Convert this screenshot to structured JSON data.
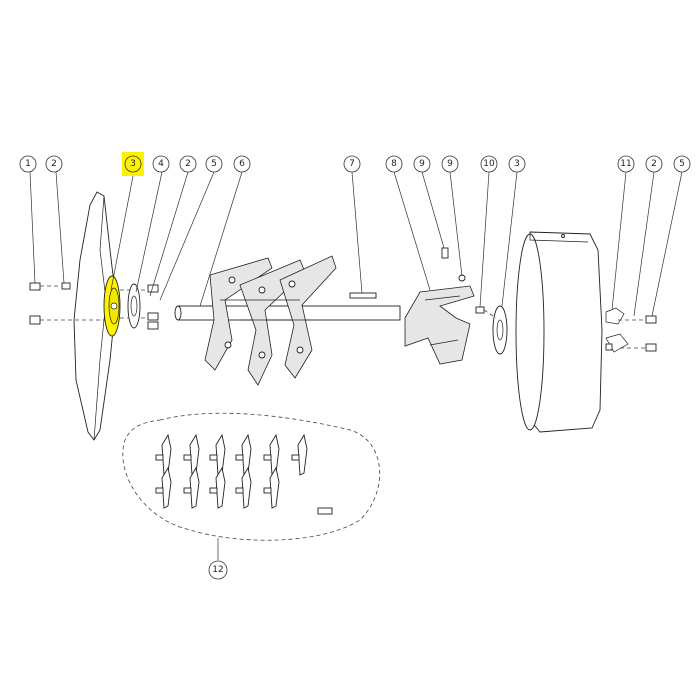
{
  "highlight_color": "#fff200",
  "labels": [
    {
      "id": "lbl-1a",
      "text": "1"
    },
    {
      "id": "lbl-2a",
      "text": "2"
    },
    {
      "id": "lbl-3a",
      "text": "3",
      "highlighted": true
    },
    {
      "id": "lbl-4a",
      "text": "4"
    },
    {
      "id": "lbl-2b",
      "text": "2"
    },
    {
      "id": "lbl-5a",
      "text": "5"
    },
    {
      "id": "lbl-6",
      "text": "6"
    },
    {
      "id": "lbl-7",
      "text": "7"
    },
    {
      "id": "lbl-8",
      "text": "8"
    },
    {
      "id": "lbl-9a",
      "text": "9"
    },
    {
      "id": "lbl-9b",
      "text": "9"
    },
    {
      "id": "lbl-10",
      "text": "10"
    },
    {
      "id": "lbl-3b",
      "text": "3"
    },
    {
      "id": "lbl-11",
      "text": "11"
    },
    {
      "id": "lbl-2c",
      "text": "2"
    },
    {
      "id": "lbl-5b",
      "text": "5"
    },
    {
      "id": "lbl-12",
      "text": "12"
    }
  ]
}
